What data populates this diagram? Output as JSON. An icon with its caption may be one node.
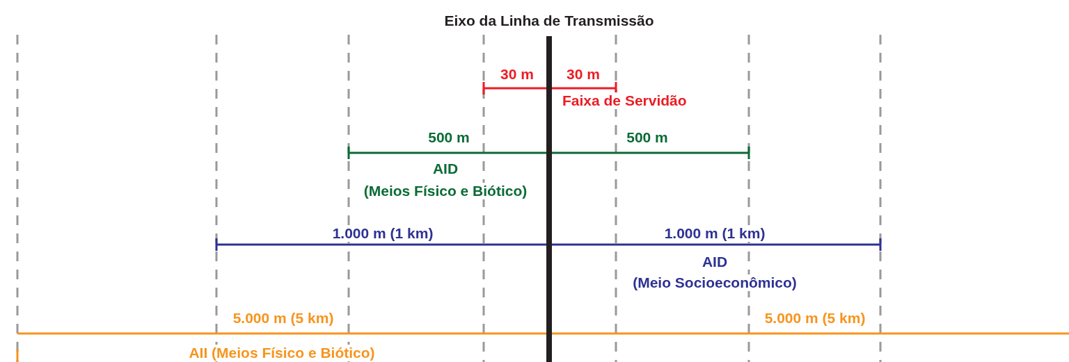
{
  "diagram": {
    "labels": [
      "Eixo da Linha de Transmissão",
      "30 m",
      "30 m",
      "Faixa de Servidão",
      "500 m",
      "500 m",
      "AID",
      "(Meios Físico e Biótico)",
      "1.000 m (1 km)",
      "1.000 m (1 km)",
      "AID",
      "(Meio Socioeconômico)",
      "5.000 m (5 km)",
      "5.000 m (5 km)",
      "AII (Meios Físico e Biótico)"
    ]
  }
}
